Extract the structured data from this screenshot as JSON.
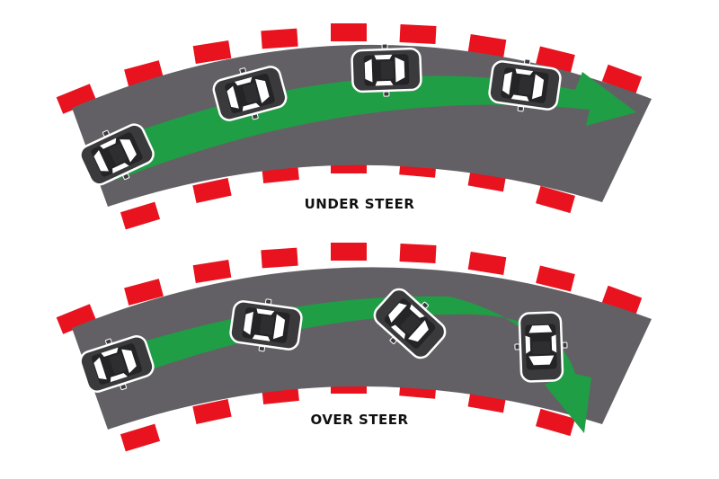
{
  "diagrams": [
    {
      "id": "under",
      "label": "UNDER STEER",
      "colors": {
        "road": "#626065",
        "curb": "#e8131e",
        "path": "#1f9e46",
        "car_body": "#3a3a3c",
        "car_glass": "#ffffff",
        "outline": "#ffffff"
      }
    },
    {
      "id": "over",
      "label": "OVER STEER",
      "colors": {
        "road": "#626065",
        "curb": "#e8131e",
        "path": "#1f9e46",
        "car_body": "#3a3a3c",
        "car_glass": "#ffffff",
        "outline": "#ffffff"
      }
    }
  ]
}
